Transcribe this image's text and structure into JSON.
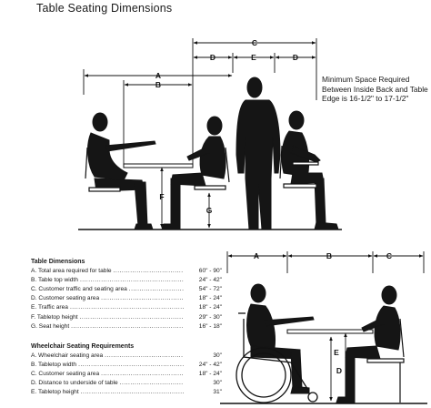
{
  "title": "Table Seating Dimensions",
  "note": "Minimum Space Required Between Inside Back and Table Edge is 16-1/2\" to 17-1/2\"",
  "dimension_letters": {
    "A": "A",
    "B": "B",
    "C": "C",
    "D": "D",
    "E": "E",
    "F": "F",
    "G": "G"
  },
  "table_dimensions": {
    "heading": "Table Dimensions",
    "items": [
      {
        "label": "A. Total area required for table",
        "value": "60\" - 90\""
      },
      {
        "label": "B. Table top width",
        "value": "24\" - 42\""
      },
      {
        "label": "C. Customer traffic and seating area",
        "value": "54\" - 72\""
      },
      {
        "label": "D. Customer seating area",
        "value": "18\" - 24\""
      },
      {
        "label": "E. Traffic area",
        "value": "18\" - 24\""
      },
      {
        "label": "F. Tabletop height",
        "value": "29\" - 30\""
      },
      {
        "label": "G. Seat height",
        "value": "16\" - 18\""
      }
    ]
  },
  "wheelchair_requirements": {
    "heading": "Wheelchair Seating Requirements",
    "items": [
      {
        "label": "A. Wheelchair seating area",
        "value": "30\""
      },
      {
        "label": "B. Tabletop width",
        "value": "24\" - 42\""
      },
      {
        "label": "C. Customer seating area",
        "value": "18\" - 24\""
      },
      {
        "label": "D. Distance to underside of table",
        "value": "30\""
      },
      {
        "label": "E. Tabletop height",
        "value": "31\""
      }
    ]
  }
}
